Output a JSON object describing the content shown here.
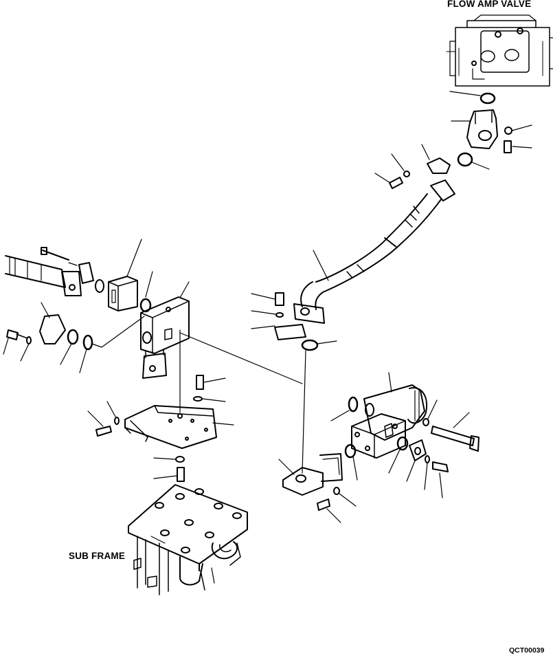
{
  "labels": {
    "flow_amp_valve": "FLOW AMP VALVE",
    "sub_frame": "SUB FRAME",
    "drawing_code": "QCT00039"
  },
  "colors": {
    "ink": "#000000",
    "paper": "#ffffff"
  }
}
